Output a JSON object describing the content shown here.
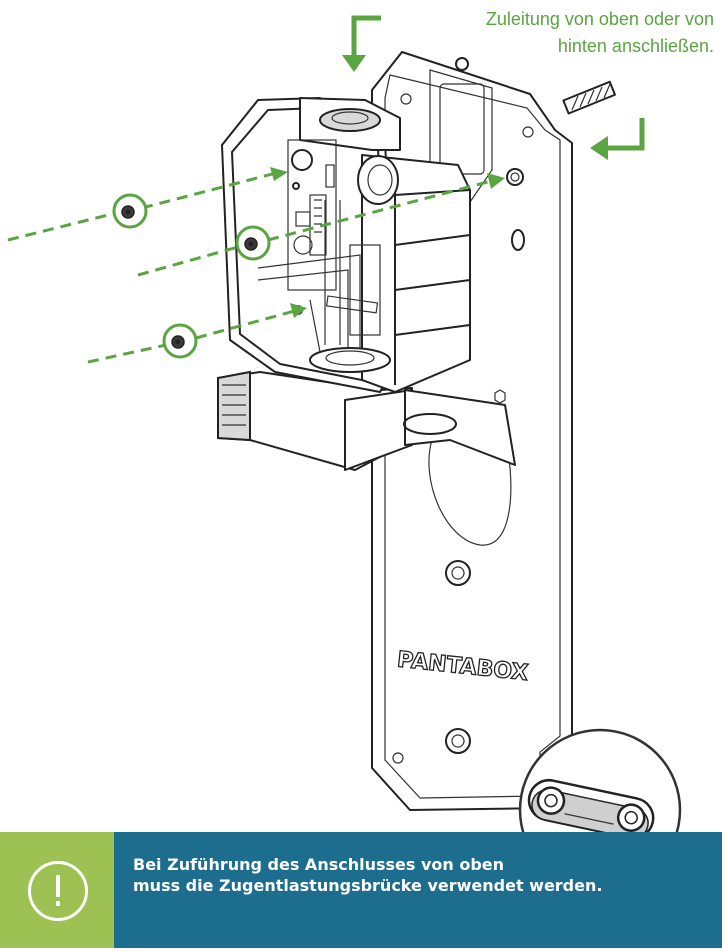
{
  "caption": {
    "line1": "Zuleitung von oben oder von",
    "line2": "hinten anschließen."
  },
  "device": {
    "brand": "PANTABOX"
  },
  "notice": {
    "icon": "exclamation-circle-icon",
    "line1": "Bei Zuführung des Anschlusses von oben",
    "line2": "muss die Zugentlastungsbrücke verwendet werden."
  },
  "colors": {
    "accent_green": "#5aa442",
    "notice_green": "#9dc253",
    "notice_blue": "#1c6d8e"
  }
}
